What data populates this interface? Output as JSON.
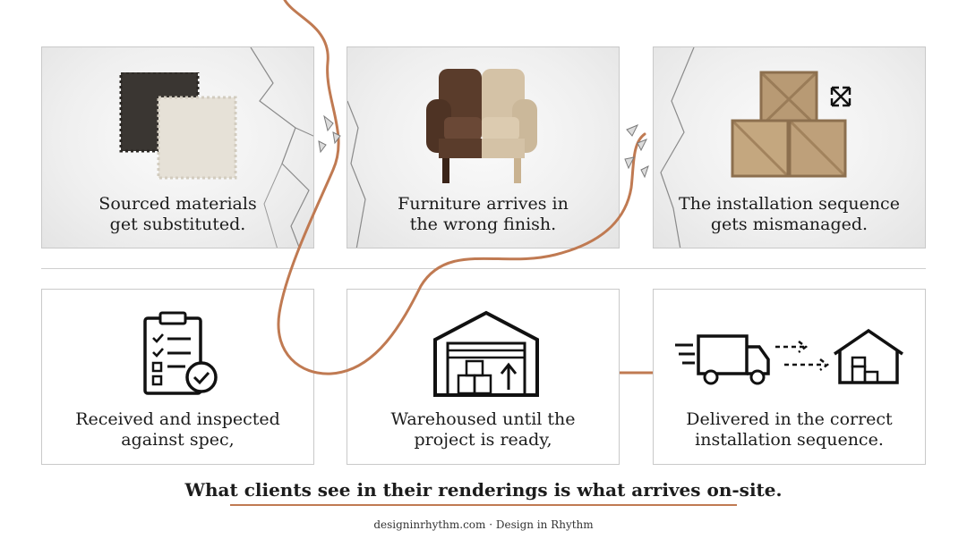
{
  "cards": {
    "problems": [
      {
        "line1": "Sourced materials",
        "line2": "get substituted."
      },
      {
        "line1": "Furniture arrives in",
        "line2": "the wrong finish."
      },
      {
        "line1": "The installation sequence",
        "line2": "gets mismanaged."
      }
    ],
    "solutions": [
      {
        "line1": "Received and inspected",
        "line2": "against spec,"
      },
      {
        "line1": "Warehoused until the",
        "line2": "project is ready,"
      },
      {
        "line1": "Delivered in the correct",
        "line2": "installation sequence."
      }
    ]
  },
  "icons": [
    "fabric-swatches-icon",
    "armchair-icon",
    "wooden-crates-icon",
    "clipboard-check-icon",
    "warehouse-icon",
    "delivery-truck-icon"
  ],
  "tagline": "What clients see in their renderings is what arrives on-site.",
  "footer": "designinrhythm.com · Design in Rhythm",
  "colors": {
    "accent": "#c07a52",
    "text": "#1c1c1c",
    "border": "#c9c9c9"
  }
}
